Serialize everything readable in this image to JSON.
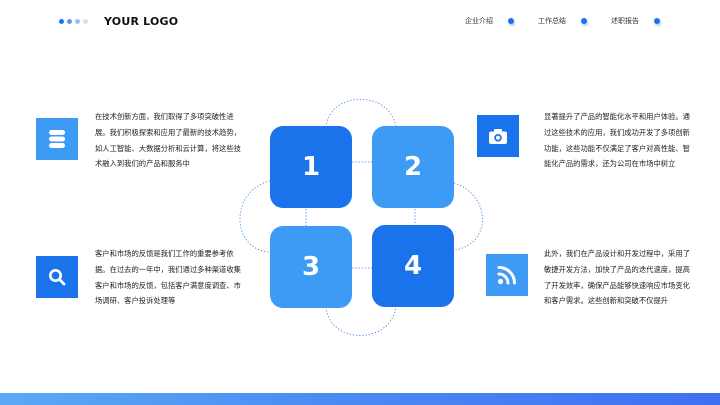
{
  "header": {
    "logo_text": "YOUR LOGO",
    "logo_dot_colors": [
      "#1a73ea",
      "#5c9af0",
      "#9cc0f5",
      "#d3e3fa"
    ],
    "nav": [
      {
        "label": "企业介绍",
        "dot_color": "#1a73ea"
      },
      {
        "label": "工作总结",
        "dot_color": "#1a73ea"
      },
      {
        "label": "述职报告",
        "dot_color": "#1a73ea"
      }
    ]
  },
  "tiles": [
    {
      "number": "1",
      "color": "#1a73ea"
    },
    {
      "number": "2",
      "color": "#3d9bf5"
    },
    {
      "number": "3",
      "color": "#3d9bf5"
    },
    {
      "number": "4",
      "color": "#1a73ea"
    }
  ],
  "items": [
    {
      "icon": "database-icon",
      "icon_bg": "#3d9bf5",
      "text": "在技术创新方面，我们取得了多项突破性进展。我们积极探索和应用了最新的技术趋势，如人工智能、大数据分析和云计算，将这些技术融入到我们的产品和服务中"
    },
    {
      "icon": "search-icon",
      "icon_bg": "#1a73ea",
      "text": "客户和市场的反馈是我们工作的重要参考依据。在过去的一年中，我们通过多种渠道收集客户和市场的反馈，包括客户满意度调查、市场调研、客户投诉处理等"
    },
    {
      "icon": "camera-icon",
      "icon_bg": "#1a73ea",
      "text": "显著提升了产品的智能化水平和用户体验。通过这些技术的应用，我们成功开发了多项创新功能，这些功能不仅满足了客户对高性能、智能化产品的需求，还为公司在市场中树立"
    },
    {
      "icon": "rss-icon",
      "icon_bg": "#3d9bf5",
      "text": "此外，我们在产品设计和开发过程中，采用了敏捷开发方法，加快了产品的迭代速度，提高了开发效率，确保产品能够快速响应市场变化和客户需求。这些创新和突破不仅提升"
    }
  ],
  "colors": {
    "primary": "#1a73ea",
    "secondary": "#3d9bf5",
    "dotted_line": "#4a90e2"
  }
}
